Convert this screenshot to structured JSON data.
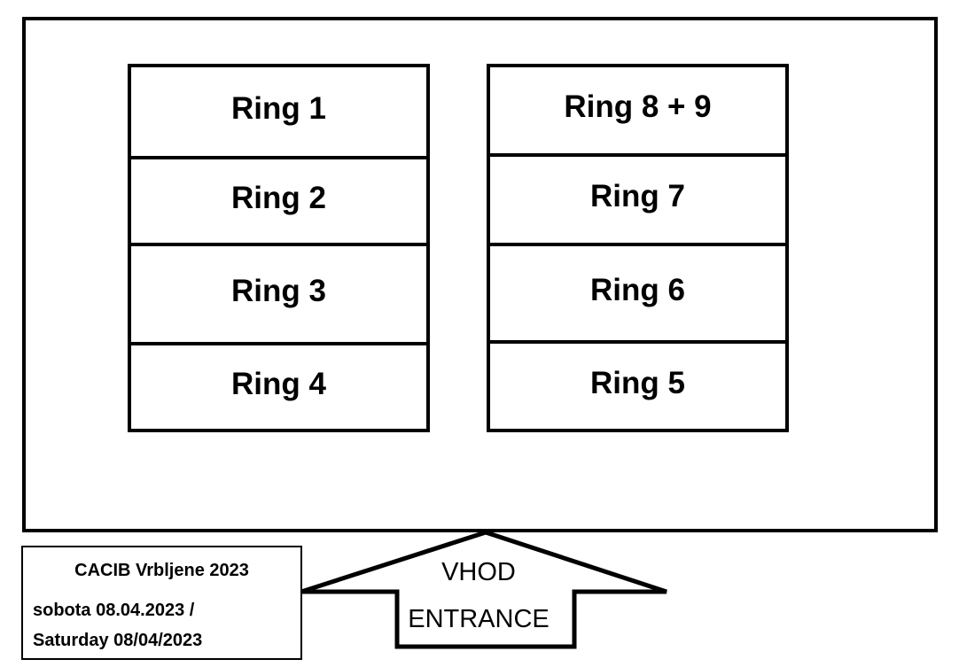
{
  "venue": {
    "hall_name": "exhibition-hall",
    "rings_left": [
      {
        "label": "Ring 1"
      },
      {
        "label": "Ring 2"
      },
      {
        "label": "Ring 3"
      },
      {
        "label": "Ring 4"
      }
    ],
    "rings_right": [
      {
        "label": "Ring 8 + 9"
      },
      {
        "label": "Ring 7"
      },
      {
        "label": "Ring 6"
      },
      {
        "label": "Ring 5"
      }
    ]
  },
  "entrance": {
    "label_sl": "VHOD",
    "label_en": "ENTRANCE",
    "icon": "up-arrow-icon"
  },
  "legend": {
    "title": "CACIB Vrbljene 2023",
    "date_sl": "sobota 08.04.2023 /",
    "date_en": "Saturday 08/04/2023"
  },
  "colors": {
    "stroke": "#000000",
    "fill": "#ffffff"
  }
}
